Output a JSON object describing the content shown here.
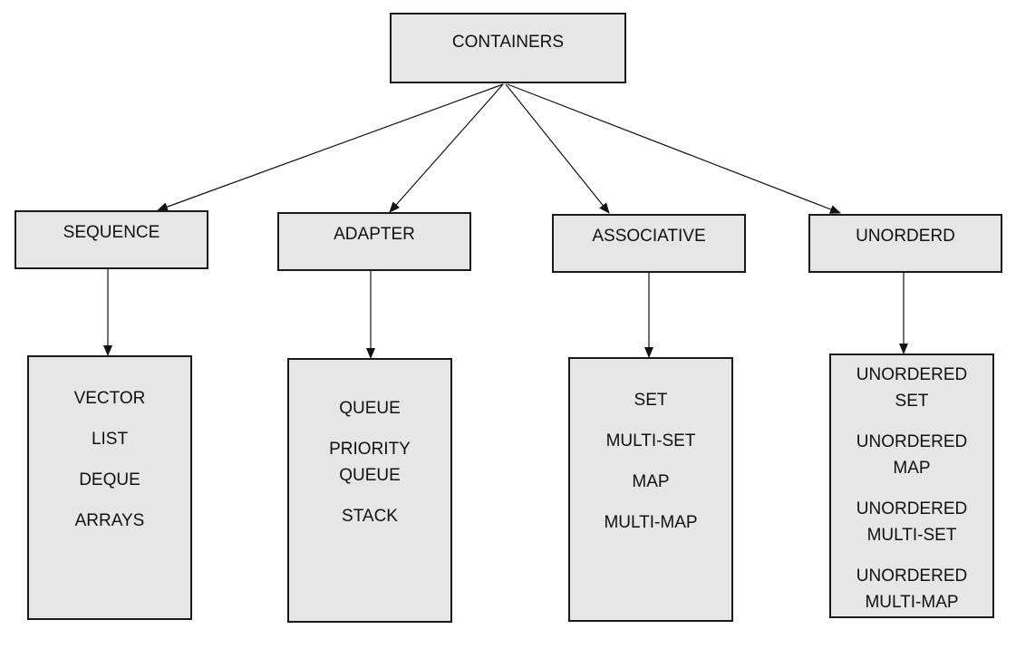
{
  "root": {
    "label": "CONTAINERS"
  },
  "categories": [
    {
      "label": "SEQUENCE"
    },
    {
      "label": "ADAPTER"
    },
    {
      "label": "ASSOCIATIVE"
    },
    {
      "label": "UNORDERD"
    }
  ],
  "lists": [
    {
      "items": [
        "VECTOR",
        "LIST",
        "DEQUE",
        "ARRAYS"
      ]
    },
    {
      "items": [
        "QUEUE",
        "PRIORITY\nQUEUE",
        "STACK"
      ]
    },
    {
      "items": [
        "SET",
        "MULTI-SET",
        "MAP",
        "MULTI-MAP"
      ]
    },
    {
      "items": [
        "UNORDERED\nSET",
        "UNORDERED\nMAP",
        "UNORDERED\nMULTI-SET",
        "UNORDERED\nMULTI-MAP"
      ]
    }
  ]
}
